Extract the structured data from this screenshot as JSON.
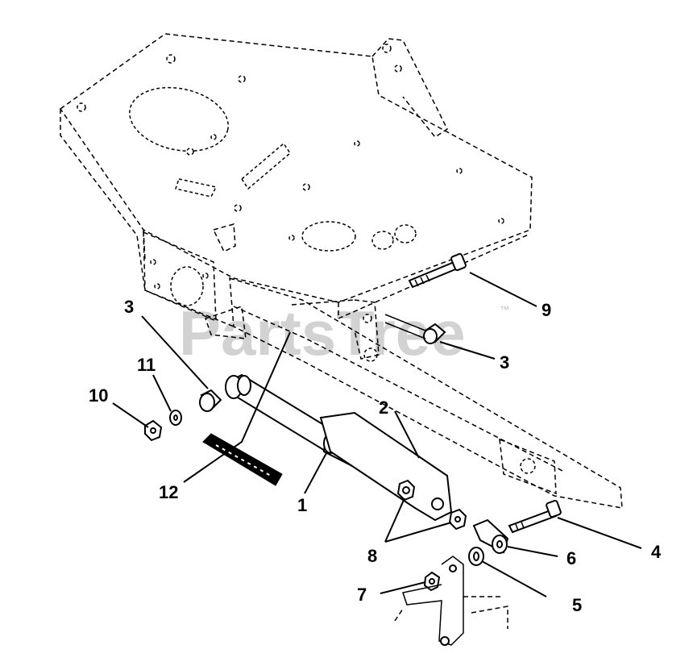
{
  "watermark": {
    "text": "PartsTree",
    "trademark": "™"
  },
  "callouts": [
    {
      "id": "c1",
      "label": "1"
    },
    {
      "id": "c2",
      "label": "2"
    },
    {
      "id": "c3a",
      "label": "3"
    },
    {
      "id": "c3b",
      "label": "3"
    },
    {
      "id": "c4",
      "label": "4"
    },
    {
      "id": "c5",
      "label": "5"
    },
    {
      "id": "c6",
      "label": "6"
    },
    {
      "id": "c7",
      "label": "7"
    },
    {
      "id": "c8",
      "label": "8"
    },
    {
      "id": "c9",
      "label": "9"
    },
    {
      "id": "c10",
      "label": "10"
    },
    {
      "id": "c11",
      "label": "11"
    },
    {
      "id": "c12",
      "label": "12"
    }
  ]
}
